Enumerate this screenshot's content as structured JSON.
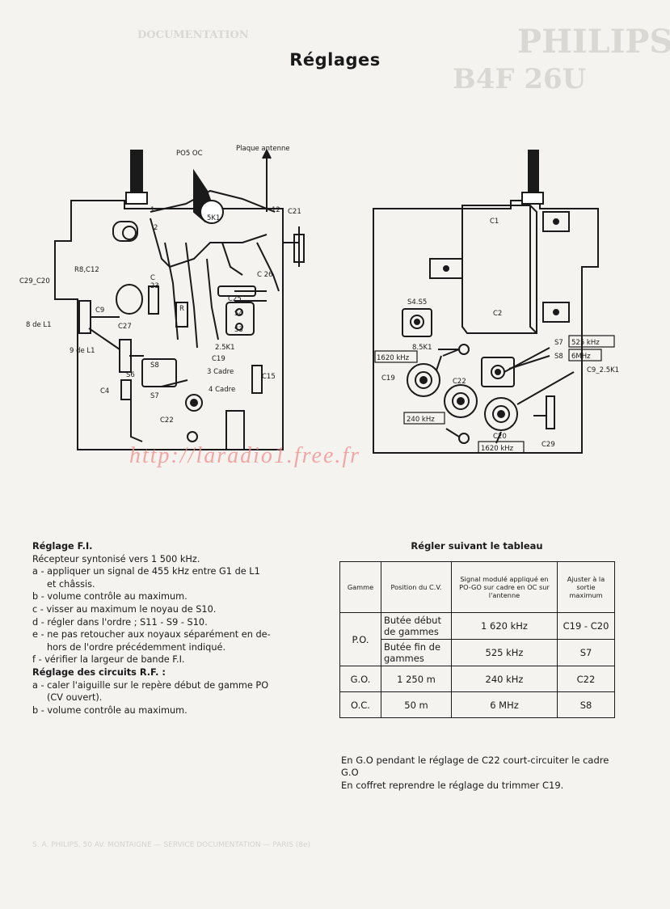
{
  "title": "Réglages",
  "watermark": "http://laradio1.free.fr",
  "left_diagram": {
    "labels": {
      "po_oc": "PO5 OC",
      "antenne": "Plaque antenne",
      "n1": "1",
      "n2": "2",
      "sk1": "5K1",
      "n12": "12",
      "c21": "C21",
      "r8c12": "R8,C12",
      "c29c20": "C29_C20",
      "c23": "C",
      "c23b": "23",
      "c26": "C 26",
      "c25": "C25",
      "s4": "S4",
      "s3": "S3",
      "c9": "C9",
      "l1_8": "8 de L1",
      "c27": "C27",
      "l1_9": "9 de L1",
      "r": "R",
      "sk1_2": "2.5K1",
      "c19": "C19",
      "cadre3": "3 Cadre",
      "cadre4": "4 Cadre",
      "c15": "C15",
      "s6": "S6",
      "s8": "S8",
      "s7": "S7",
      "c4": "C4",
      "c22": "C22"
    }
  },
  "right_diagram": {
    "labels": {
      "c1": "C1",
      "c2": "C2",
      "s455": "S4.S5",
      "sk1_8": "8.5K1",
      "khz1620a": "1620 kHz",
      "c19": "C19",
      "c22": "C22",
      "s7": "S7",
      "khz525": "525 kHz",
      "s8": "S8",
      "mhz6": "6MHz",
      "c9sk": "C9_2.5K1",
      "khz240": "240 kHz",
      "c20": "C20",
      "khz1620b": "1620 kHz",
      "c29": "C29"
    }
  },
  "instructions": {
    "lines": [
      {
        "text": "Réglage F.I.",
        "bold": true,
        "hang": false
      },
      {
        "text": "Récepteur syntonisé vers 1 500 kHz.",
        "bold": false,
        "hang": false
      },
      {
        "text": "a - appliquer un signal de 455 kHz entre G1 de L1",
        "bold": false,
        "hang": false
      },
      {
        "text": "et châssis.",
        "bold": false,
        "hang": true
      },
      {
        "text": "b - volume contrôle au maximum.",
        "bold": false,
        "hang": false
      },
      {
        "text": "c - visser au maximum le noyau de S10.",
        "bold": false,
        "hang": false
      },
      {
        "text": "d - régler dans l'ordre ; S11 - S9 - S10.",
        "bold": false,
        "hang": false
      },
      {
        "text": "e - ne pas retoucher aux noyaux séparément en de-",
        "bold": false,
        "hang": false
      },
      {
        "text": "hors de l'ordre précédemment indiqué.",
        "bold": false,
        "hang": true
      },
      {
        "text": "f - vérifier la largeur de bande F.I.",
        "bold": false,
        "hang": false
      },
      {
        "text": "Réglage des circuits R.F. :",
        "bold": true,
        "hang": false
      },
      {
        "text": "a - caler l'aiguille sur le repère début de gamme PO",
        "bold": false,
        "hang": false
      },
      {
        "text": "(CV ouvert).",
        "bold": false,
        "hang": true
      },
      {
        "text": "b - volume contrôle au maximum.",
        "bold": false,
        "hang": false
      }
    ]
  },
  "table": {
    "title": "Régler suivant le tableau",
    "headers": {
      "gamme": "Gamme",
      "position": "Position du C.V.",
      "signal": "Signal modulé appliqué en PO-GO sur cadre en OC sur l'antenne",
      "ajuster": "Ajuster à la sortie maximum"
    },
    "rows": [
      {
        "gamme": "P.O.",
        "position": "Butée début de gammes",
        "signal": "1 620 kHz",
        "ajuster": "C19 - C20"
      },
      {
        "gamme": "",
        "position": "Butée fin de gammes",
        "signal": "525 kHz",
        "ajuster": "S7"
      },
      {
        "gamme": "G.O.",
        "position": "1 250 m",
        "signal": "240 kHz",
        "ajuster": "C22"
      },
      {
        "gamme": "O.C.",
        "position": "50 m",
        "signal": "6 MHz",
        "ajuster": "S8"
      }
    ]
  },
  "notes": {
    "line1": "En G.O pendant le réglage de C22 court-circuiter le cadre G.O",
    "line2": "En coffret reprendre le réglage du trimmer C19."
  },
  "background_ghost": {
    "brand": "PHILIPS",
    "doc": "DOCUMENTATION",
    "model": "B4F 26U",
    "footer": "S. A. PHILIPS, 50 AV. MONTAIGNE — SERVICE DOCUMENTATION — PARIS (8e)"
  }
}
